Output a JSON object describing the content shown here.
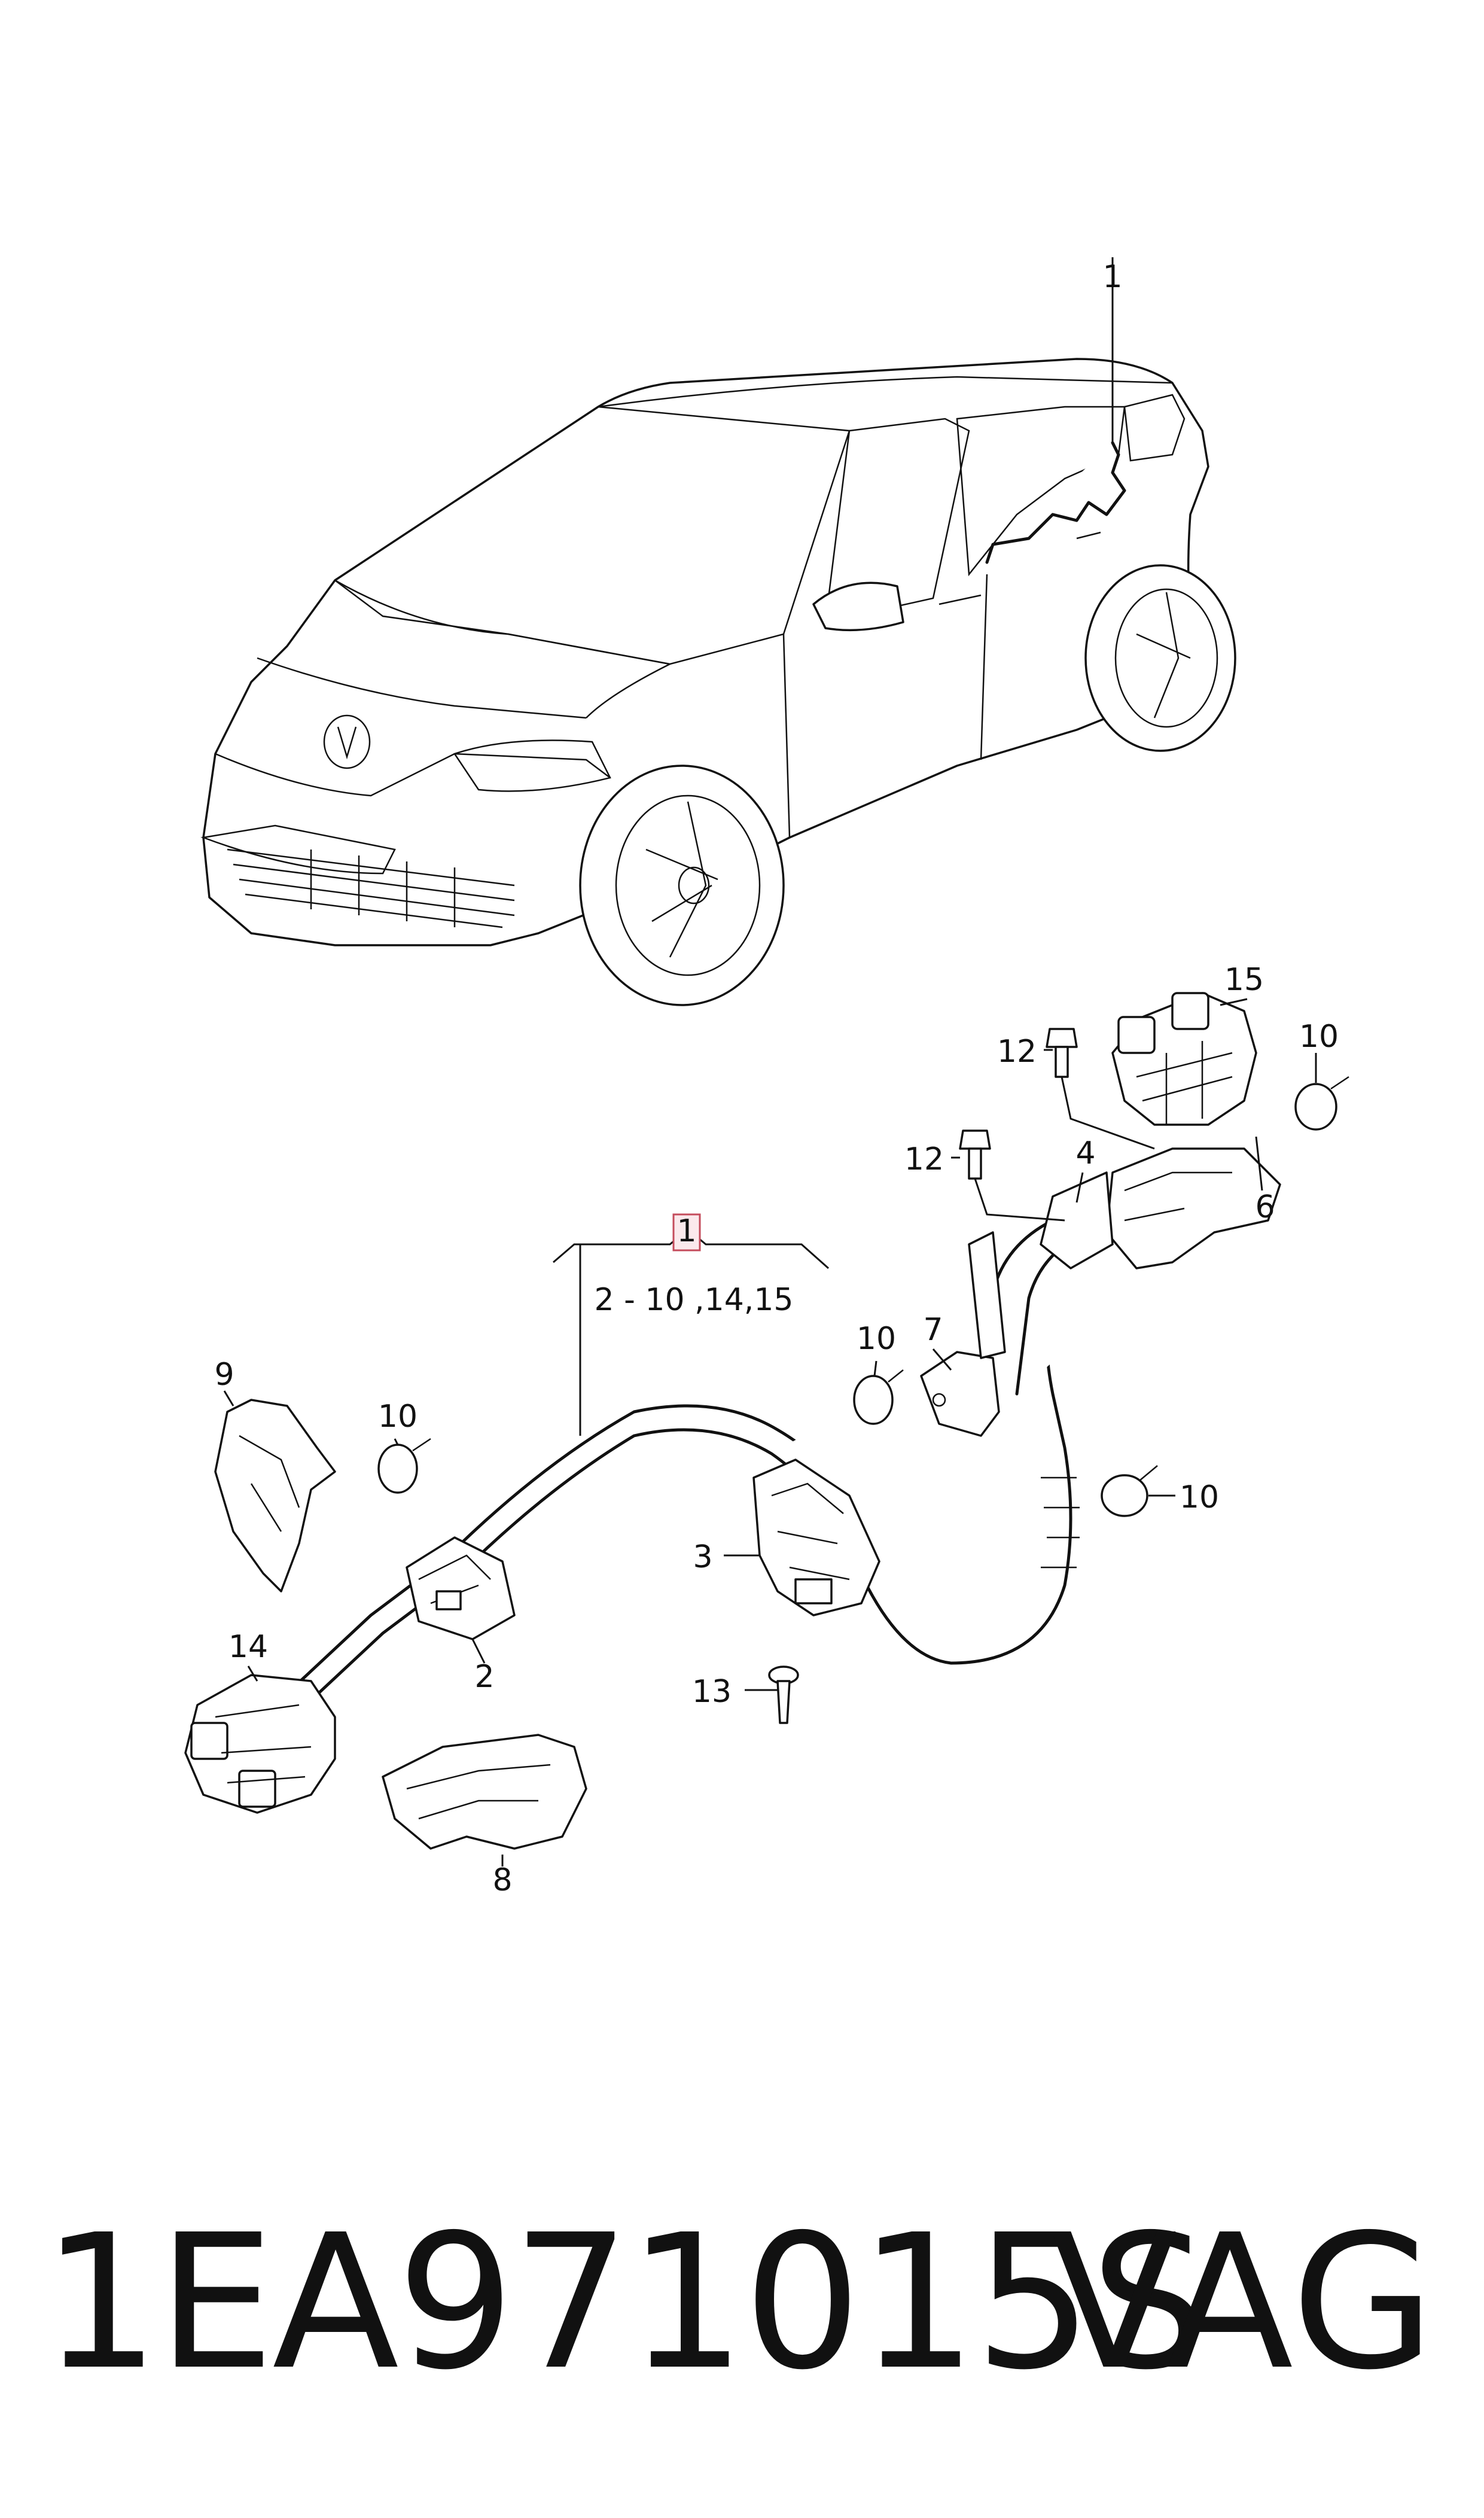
{
  "diagram": {
    "callouts": {
      "c1_top": "1",
      "c1_group": "1",
      "group_range": "2 - 10 ,14,15",
      "c2": "2",
      "c3": "3",
      "c4": "4",
      "c6": "6",
      "c7": "7",
      "c8": "8",
      "c9": "9",
      "c10_a": "10",
      "c10_b": "10",
      "c10_c": "10",
      "c10_d": "10",
      "c12_a": "12",
      "c12_b": "12",
      "c13": "13",
      "c14": "14",
      "c15": "15"
    },
    "highlight_color": "#c44c5c"
  },
  "footer": {
    "part_number": "1EA971015S",
    "brand": "VAG"
  }
}
